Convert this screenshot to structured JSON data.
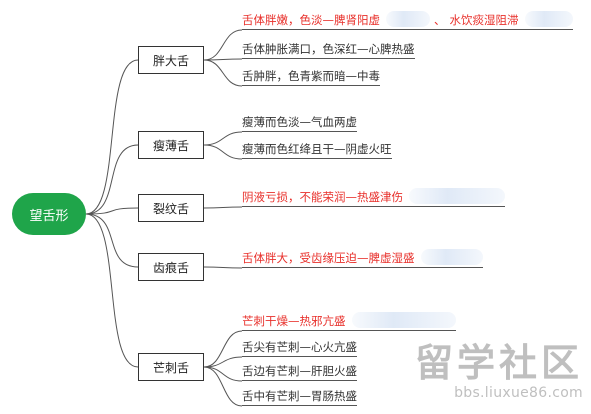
{
  "root": {
    "label": "望舌形"
  },
  "branches": [
    {
      "id": "fat",
      "label": "胖大舌",
      "leaves": [
        {
          "text": "舌体胖嫩，色淡—脾肾阳虚",
          "red": true,
          "extra": "水饮痰湿阻滞"
        },
        {
          "text": "舌体肿胀满口，色深红—心脾热盛",
          "red": false
        },
        {
          "text": "舌肿胖，色青紫而暗—中毒",
          "red": false
        }
      ]
    },
    {
      "id": "thin",
      "label": "瘦薄舌",
      "leaves": [
        {
          "text": "瘦薄而色淡—气血两虚",
          "red": false
        },
        {
          "text": "瘦薄而色红绛且干—阴虚火旺",
          "red": false
        }
      ]
    },
    {
      "id": "fissured",
      "label": "裂纹舌",
      "leaves": [
        {
          "text": "阴液亏损，不能荣润—热盛津伤",
          "red": true
        }
      ]
    },
    {
      "id": "toothmark",
      "label": "齿痕舌",
      "leaves": [
        {
          "text": "舌体胖大，受齿缘压迫—脾虚湿盛",
          "red": true
        }
      ]
    },
    {
      "id": "prickly",
      "label": "芒刺舌",
      "leaves": [
        {
          "text": "芒刺干燥—热邪亢盛",
          "red": true
        },
        {
          "text": "舌尖有芒刺—心火亢盛",
          "red": false
        },
        {
          "text": "舌边有芒刺—肝胆火盛",
          "red": false
        },
        {
          "text": "舌中有芒刺—胃肠热盛",
          "red": false
        }
      ]
    }
  ],
  "separator": "、",
  "watermark": {
    "title": "留学社区",
    "url": "bbs.liuxue86.com"
  },
  "colors": {
    "root": "#1fa54a",
    "red_text": "#e8302b",
    "text": "#333333",
    "line": "#555555"
  }
}
